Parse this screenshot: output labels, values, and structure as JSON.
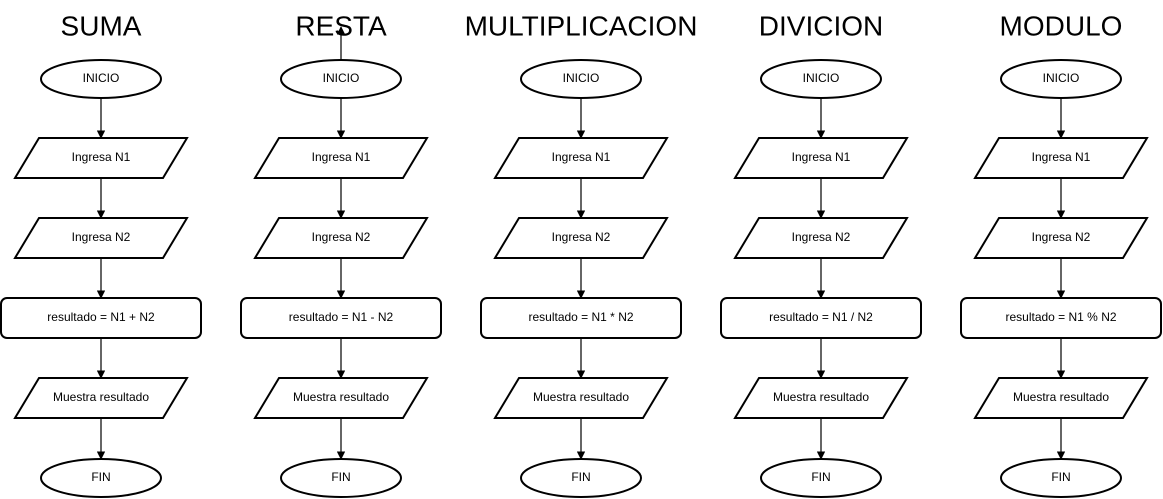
{
  "diagram": {
    "columns": [
      {
        "title": "SUMA",
        "steps": [
          {
            "type": "terminator",
            "label": "INICIO"
          },
          {
            "type": "io",
            "label": "Ingresa N1"
          },
          {
            "type": "io",
            "label": "Ingresa N2"
          },
          {
            "type": "process",
            "label": "resultado = N1 + N2"
          },
          {
            "type": "io",
            "label": "Muestra resultado"
          },
          {
            "type": "terminator",
            "label": "FIN"
          }
        ]
      },
      {
        "title": "RESTA",
        "steps": [
          {
            "type": "terminator",
            "label": "INICIO"
          },
          {
            "type": "io",
            "label": "Ingresa N1"
          },
          {
            "type": "io",
            "label": "Ingresa N2"
          },
          {
            "type": "process",
            "label": "resultado = N1 - N2"
          },
          {
            "type": "io",
            "label": "Muestra resultado"
          },
          {
            "type": "terminator",
            "label": "FIN"
          }
        ]
      },
      {
        "title": "MULTIPLICACION",
        "steps": [
          {
            "type": "terminator",
            "label": "INICIO"
          },
          {
            "type": "io",
            "label": "Ingresa N1"
          },
          {
            "type": "io",
            "label": "Ingresa N2"
          },
          {
            "type": "process",
            "label": "resultado = N1 * N2"
          },
          {
            "type": "io",
            "label": "Muestra resultado"
          },
          {
            "type": "terminator",
            "label": "FIN"
          }
        ]
      },
      {
        "title": "DIVICION",
        "steps": [
          {
            "type": "terminator",
            "label": "INICIO"
          },
          {
            "type": "io",
            "label": "Ingresa N1"
          },
          {
            "type": "io",
            "label": "Ingresa N2"
          },
          {
            "type": "process",
            "label": "resultado = N1 / N2"
          },
          {
            "type": "io",
            "label": "Muestra resultado"
          },
          {
            "type": "terminator",
            "label": "FIN"
          }
        ]
      },
      {
        "title": "MODULO",
        "steps": [
          {
            "type": "terminator",
            "label": "INICIO"
          },
          {
            "type": "io",
            "label": "Ingresa N1"
          },
          {
            "type": "io",
            "label": "Ingresa N2"
          },
          {
            "type": "process",
            "label": "resultado = N1 % N2"
          },
          {
            "type": "io",
            "label": "Muestra resultado"
          },
          {
            "type": "terminator",
            "label": "FIN"
          }
        ]
      }
    ]
  }
}
